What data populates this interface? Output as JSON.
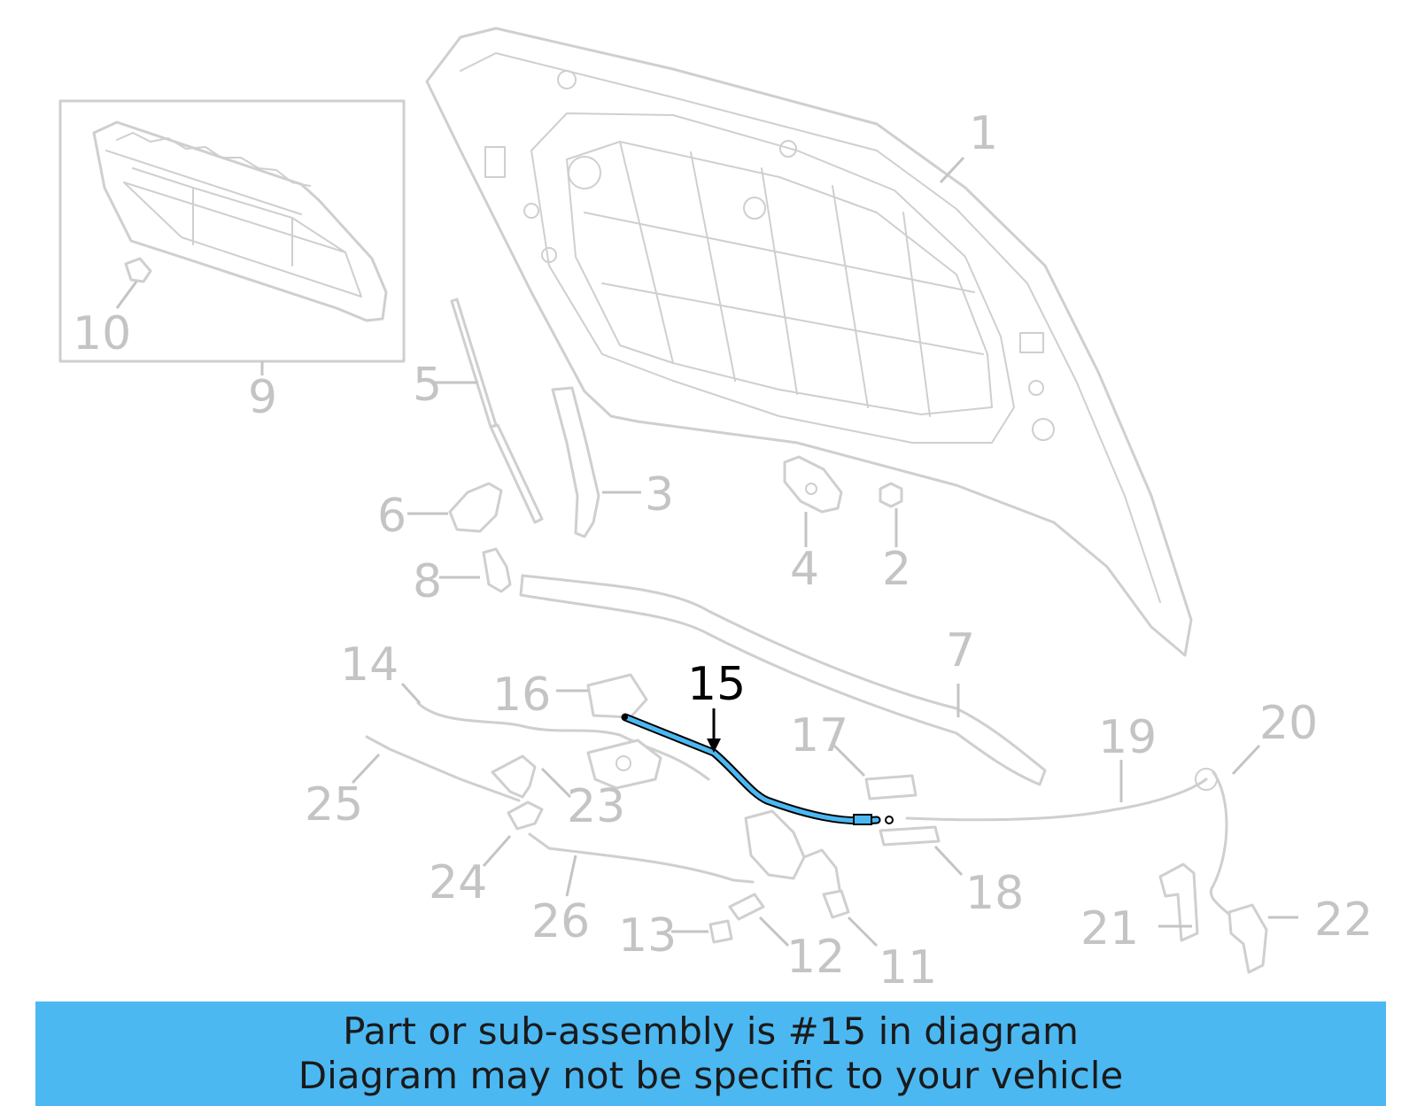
{
  "diagram": {
    "highlight_color": "#4cb8f2",
    "part_color": "#cfcfcf",
    "callouts": {
      "c1": "1",
      "c2": "2",
      "c3": "3",
      "c4": "4",
      "c5": "5",
      "c6": "6",
      "c7": "7",
      "c8": "8",
      "c9": "9",
      "c10": "10",
      "c11": "11",
      "c12": "12",
      "c13": "13",
      "c14": "14",
      "c15": "15",
      "c16": "16",
      "c17": "17",
      "c18": "18",
      "c19": "19",
      "c20": "20",
      "c21": "21",
      "c22": "22",
      "c23": "23",
      "c24": "24",
      "c25": "25",
      "c26": "26"
    }
  },
  "banner": {
    "line1": "Part or sub-assembly is #15 in diagram",
    "line2": "Diagram may not be specific to your vehicle",
    "background": "#4cb8f2"
  }
}
